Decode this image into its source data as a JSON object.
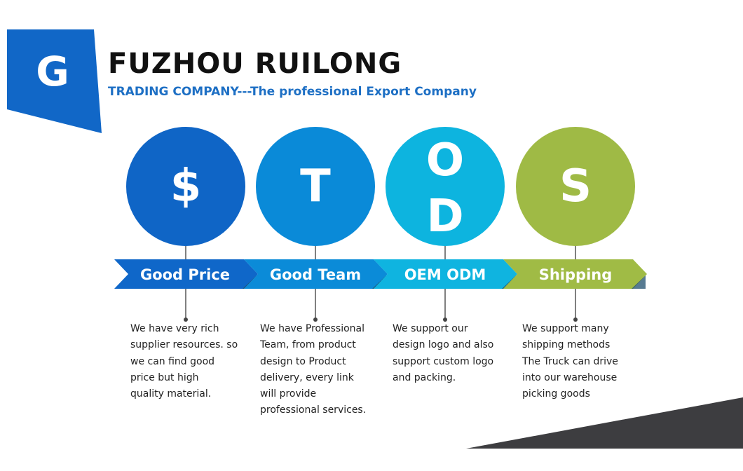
{
  "brand": {
    "logo_letter": "G",
    "title": "FUZHOU RUILONG",
    "subtitle": "TRADING COMPANY---The professional Export Company",
    "logo_color": "#1167c7"
  },
  "steps": [
    {
      "letters": [
        "$"
      ],
      "label": "Good Price",
      "circle_color": "#0f65c6",
      "bar_color": "#0f67c9",
      "description_lines": [
        "We have very rich",
        "supplier resources. so",
        "we can find good",
        "price but high",
        "quality material."
      ]
    },
    {
      "letters": [
        "T"
      ],
      "label": "Good Team",
      "circle_color": "#0a8ad8",
      "bar_color": "#0b8bd8",
      "description_lines": [
        "We have Professional",
        "Team, from product",
        "design to Product",
        "delivery, every link",
        "will provide",
        "professional services."
      ]
    },
    {
      "letters": [
        "O",
        "D"
      ],
      "label": "OEM ODM",
      "circle_color": "#0db4df",
      "bar_color": "#0fb4e0",
      "description_lines": [
        "We support our",
        "design logo and also",
        "support custom logo",
        "and packing."
      ]
    },
    {
      "letters": [
        "S"
      ],
      "label": "Shipping",
      "circle_color": "#9fba45",
      "bar_color": "#a0bb45",
      "description_lines": [
        "We support many",
        "shipping methods",
        "The Truck can drive",
        "into our warehouse",
        "picking goods"
      ]
    }
  ]
}
